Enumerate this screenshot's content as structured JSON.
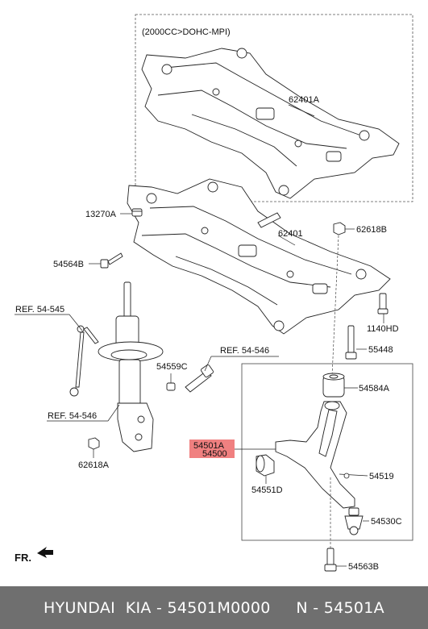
{
  "diagram": {
    "engine_note": "(2000CC>DOHC-MPI)",
    "labels": {
      "subframe_alt": "62401A",
      "subframe": "62401",
      "bolt_13270A": "13270A",
      "bolt_54564B": "54564B",
      "nut_62618B": "62618B",
      "ref_stabilizer": "REF. 54-545",
      "bolt_1140HD": "1140HD",
      "bolt_55448": "55448",
      "ref_strut_bolt": "REF. 54-546",
      "nut_54559C": "54559C",
      "ref_strut": "REF. 54-546",
      "arm_54501A": "54501A",
      "arm_54500": "54500",
      "bushing_54584A": "54584A",
      "nut_62618A": "62618A",
      "clip_54519": "54519",
      "ball_joint_54530C": "54530C",
      "bushing_54551D": "54551D",
      "bolt_54563B": "54563B",
      "front_marker": "FR."
    },
    "highlight_color": "#f08080"
  },
  "footer": {
    "text": "HYUNDAI  KIA - 54501M0000     N - 54501A"
  }
}
